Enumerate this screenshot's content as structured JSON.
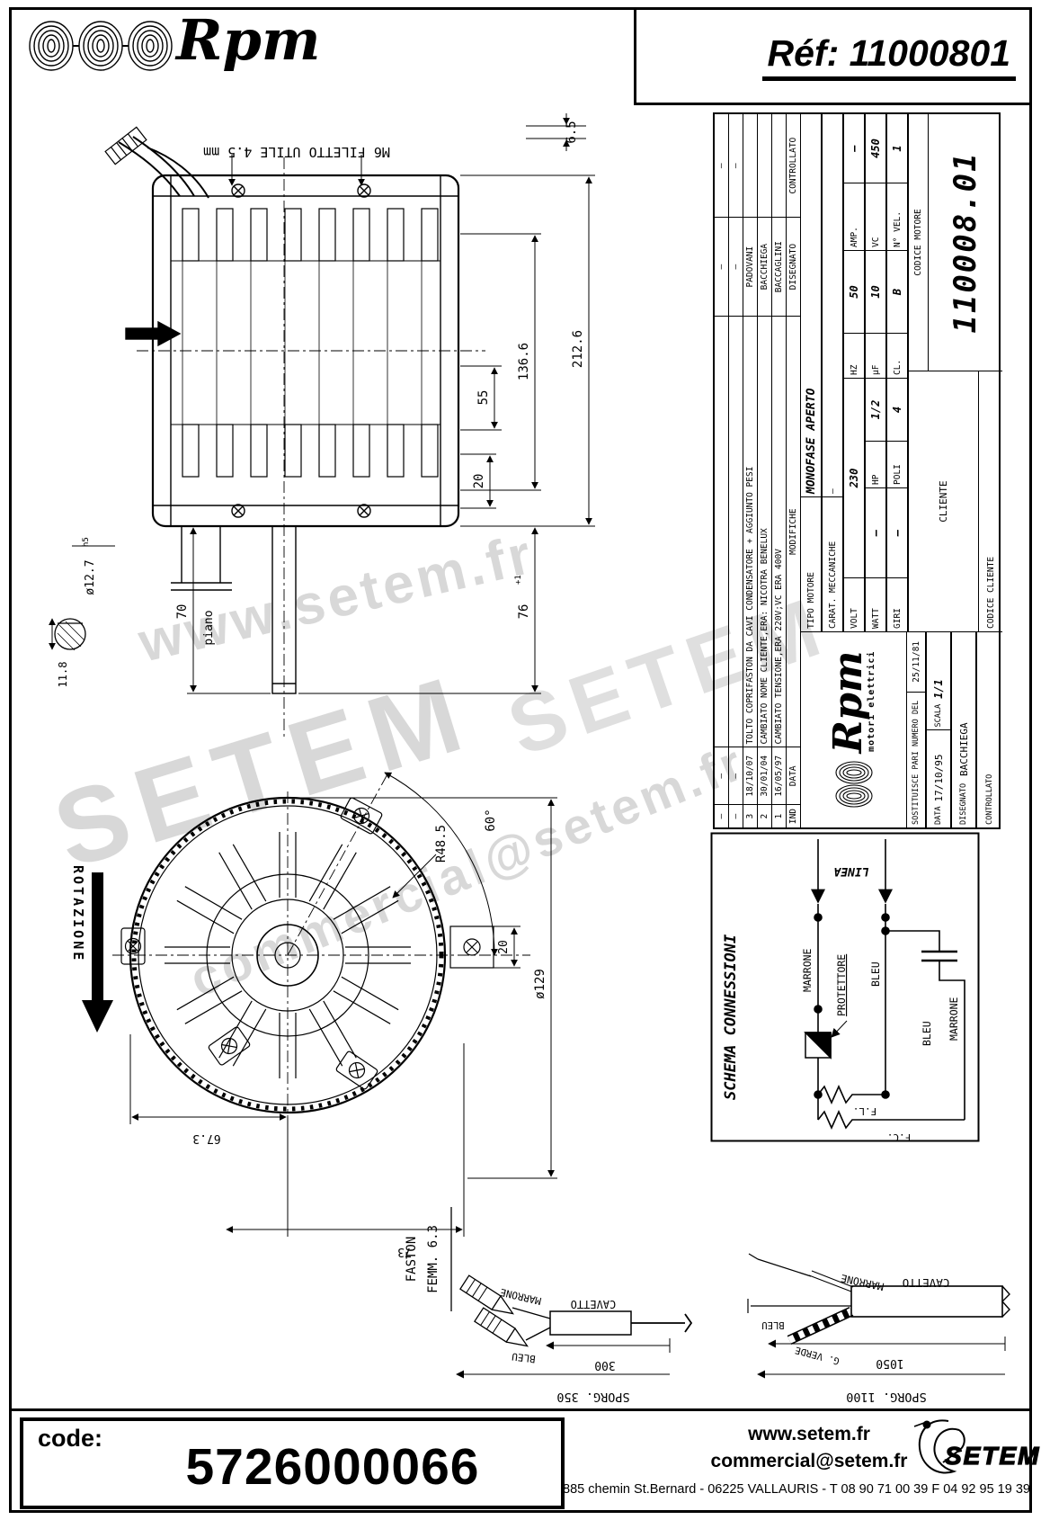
{
  "header": {
    "brand": "Rpm",
    "ref": "Réf: 11000801"
  },
  "watermarks": {
    "w1": "www.setem.fr",
    "w2": "SETEM",
    "w3": "commercial@setem.fr",
    "w4": "SETEM"
  },
  "titleblock": {
    "revisions": [
      {
        "ind": "–",
        "date": "–",
        "mod": "",
        "dis": "–",
        "con": "–"
      },
      {
        "ind": "–",
        "date": "–",
        "mod": "",
        "dis": "–",
        "con": "–"
      },
      {
        "ind": "3",
        "date": "18/10/07",
        "mod": "TOLTO COPRIFASTON DA CAVI CONDENSATORE + AGGIUNTO PESI",
        "dis": "PADOVANI",
        "con": ""
      },
      {
        "ind": "2",
        "date": "30/01/04",
        "mod": "CAMBIATO NOME CLIENTE,ERA: NICOTRA BENELUX",
        "dis": "BACCHIEGA",
        "con": ""
      },
      {
        "ind": "1",
        "date": "16/05/97",
        "mod": "CAMBIATO TENSIONE,ERA 220V;VC ERA 400V",
        "dis": "BACCAGLINI",
        "con": ""
      },
      {
        "ind": "IND",
        "date": "DATA",
        "mod": "MODIFICHE",
        "dis": "DISEGNATO",
        "con": "CONTROLLATO"
      }
    ],
    "logo": {
      "brand": "Rpm",
      "sub": "motori elettrici"
    },
    "sostituisce_label": "SOSTITUISCE PARI NUMERO DEL",
    "sostituisce_date": "25/11/81",
    "data_label": "DATA",
    "data_value": "17/10/95",
    "scala_label": "SCALA",
    "scala_value": "1/1",
    "disegnato_label": "DISEGNATO",
    "disegnato_value": "BACCHIEGA",
    "controllato_label": "CONTROLLATO",
    "tipo_label": "TIPO MOTORE",
    "tipo_value": "MONOFASE APERTO",
    "carat_label": "CARAT. MECCANICHE",
    "carat_value": "–",
    "volt_label": "VOLT",
    "volt": "230",
    "hz_label": "HZ",
    "hz": "50",
    "amp_label": "AMP.",
    "amp": "–",
    "watt_label": "WATT",
    "watt": "–",
    "hp_label": "HP",
    "hp": "1/2",
    "uf_label": "µF",
    "uf": "10",
    "vc_label": "VC",
    "vc": "450",
    "giri_label": "GIRI",
    "giri": "–",
    "poli_label": "POLI",
    "poli": "4",
    "cl_label": "CL.",
    "cl": "B",
    "nvel_label": "N° VEL.",
    "nvel": "1",
    "cliente_label": "CLIENTE",
    "codice_cliente_label": "CODICE CLIENTE",
    "codice_motore_label": "CODICE MOTORE",
    "codice_motore": "110008.01"
  },
  "side_view": {
    "m6": "M6 FILETTO UTILE 4.5 mm",
    "d65": "6.5",
    "d1366": "136.6",
    "d55": "55",
    "d20": "20",
    "d2126": "212.6",
    "d76": "76",
    "d76tol": "+1",
    "d70": "70",
    "piano": "piano",
    "shaft_dia": "ø12.7",
    "shaft_tol": "h5",
    "d118": "11.8"
  },
  "front_view": {
    "rotazione": "ROTAZIONE",
    "r485": "R48.5",
    "a60": "60°",
    "d20": "20",
    "d129": "ø129",
    "d673": "67.3",
    "d73": "73"
  },
  "schema": {
    "title": "SCHEMA CONNESSIONI",
    "linea": "LINEA",
    "marrone": "MARRONE",
    "protettore": "PROTETTORE",
    "bleu": "BLEU",
    "bleu2": "BLEU",
    "marrone2": "MARRONE",
    "fl": "F.L.",
    "fc": "F.C."
  },
  "cable_left": {
    "faston": "FASTON",
    "femm": "FEMM. 6.3",
    "marrone": "MARRONE",
    "cavetto": "CAVETTO",
    "bleu": "BLEU",
    "len": "300",
    "sporg": "SPORG. 350"
  },
  "cable_right": {
    "marrone": "MARRONE",
    "cavetto": "CAVETTO",
    "bleu": "BLEU",
    "gverde": "G. VERDE",
    "len": "1050",
    "sporg": "SPORG. 1100"
  },
  "footer": {
    "code_label": "code:",
    "code": "5726000066",
    "web": "www.setem.fr",
    "email": "commercial@setem.fr",
    "address": "885 chemin St.Bernard  -  06225 VALLAURIS  -  T 08 90 71 00 39   F 04 92 95 19 39",
    "brand": "SETEM"
  }
}
